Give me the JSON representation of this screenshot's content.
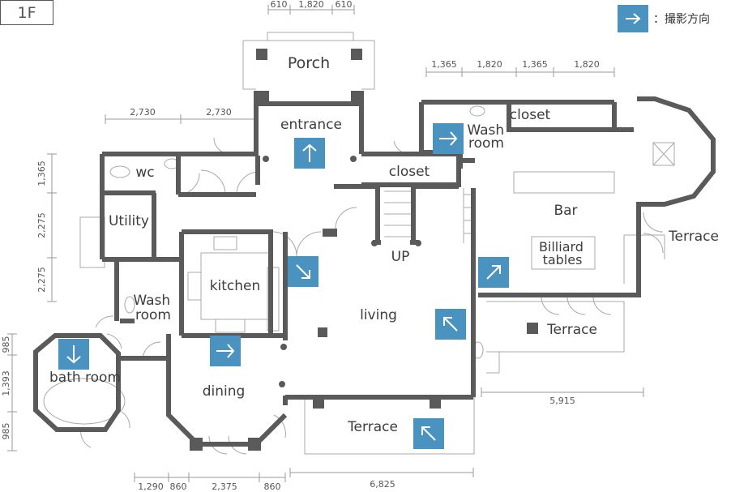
{
  "floor_badge": "1F",
  "legend": {
    "text": "：撮影方向",
    "icon": "camera-direction-icon"
  },
  "colors": {
    "wall": "#5a5a5a",
    "thin": "#a8a8a8",
    "camera": "#4a93c1",
    "text": "#3d3d3d"
  },
  "rooms": {
    "porch": "Porch",
    "entrance": "entrance",
    "wc": "wc",
    "utility": "Utility",
    "wash_room_left": "Wash room",
    "kitchen": "kitchen",
    "bath_room": "bath room",
    "dining": "dining",
    "living": "living",
    "up": "UP",
    "closet_mid": "closet",
    "closet_top": "closet",
    "wash_room_right": "Wash room",
    "bar": "Bar",
    "billiard": "Billiard tables",
    "terrace_right": "Terrace",
    "terrace_mid": "Terrace",
    "terrace_bottom": "Terrace"
  },
  "dimensions": {
    "top_porch": [
      "610",
      "1,820",
      "610"
    ],
    "top_left": [
      "2,730",
      "2,730"
    ],
    "top_right": [
      "1,365",
      "1,820",
      "1,365",
      "1,820"
    ],
    "left_side": [
      "1,365",
      "2,275",
      "2,275"
    ],
    "left_bath": [
      "985",
      "1,393",
      "985"
    ],
    "bottom_left": [
      "1,290",
      "860",
      "2,375",
      "860"
    ],
    "bottom_mid": "6,825",
    "right_mid": "5,915"
  }
}
